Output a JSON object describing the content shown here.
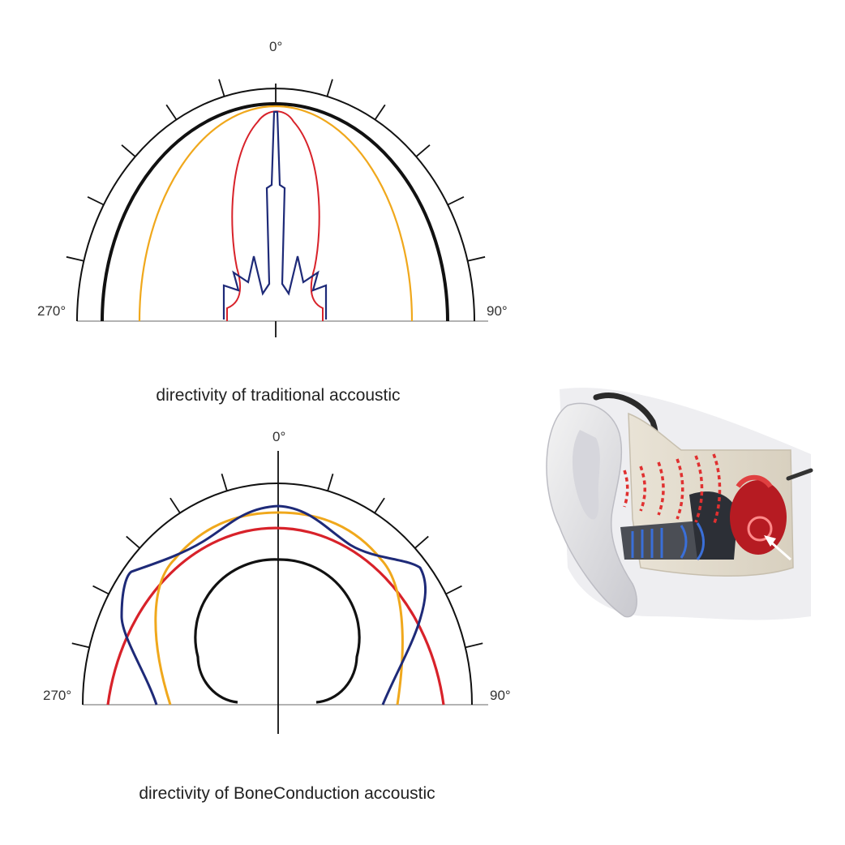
{
  "top_diagram": {
    "label_top": "0°",
    "label_left": "270°",
    "label_right": "90°",
    "caption": "directivity of traditional accoustic"
  },
  "bottom_diagram": {
    "label_top": "0°",
    "label_left": "270°",
    "label_right": "90°",
    "caption": "directivity of BoneConduction accoustic"
  },
  "colors": {
    "black": "#111111",
    "red": "#d8222a",
    "blue": "#1e2a78",
    "orange": "#f0a81c",
    "axis": "#9a9a9a"
  },
  "illustration": {
    "name": "ear-bone-conduction-illustration"
  }
}
